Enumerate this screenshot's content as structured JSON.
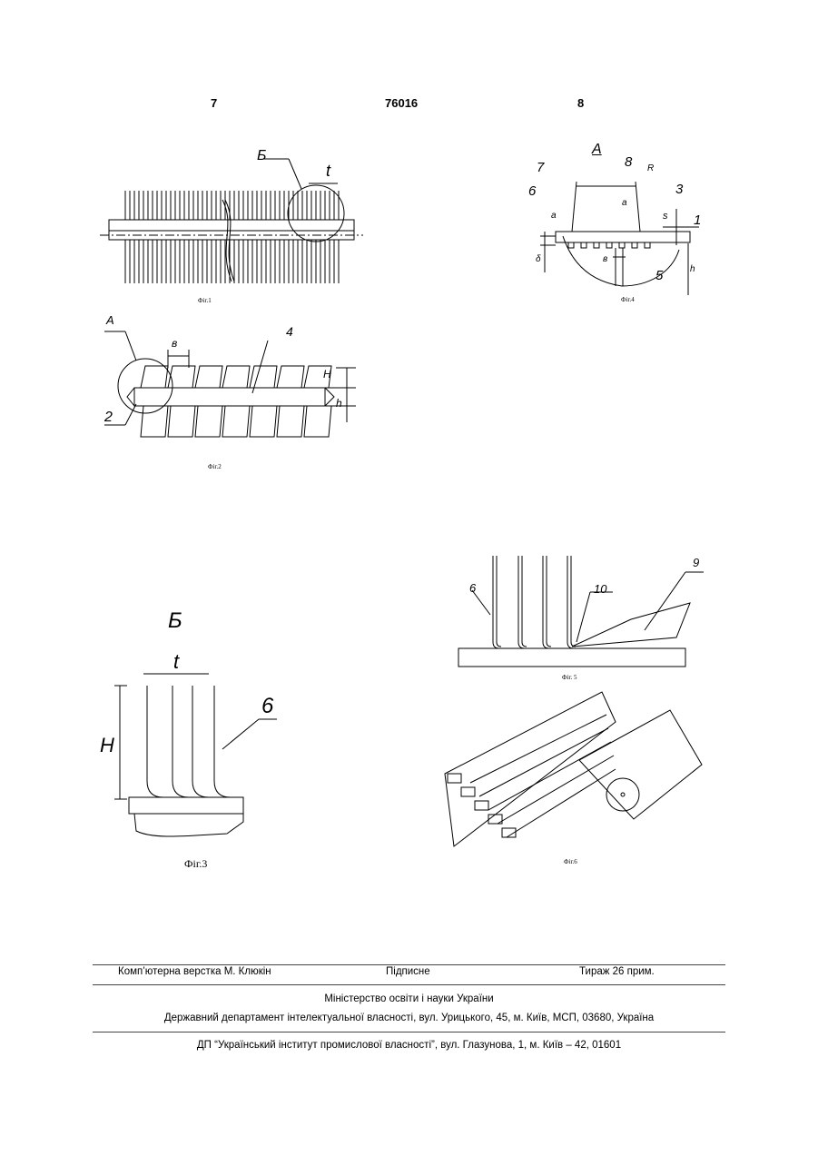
{
  "header": {
    "left_page": "7",
    "patent_number": "76016",
    "right_page": "8"
  },
  "figures": {
    "fig1": {
      "caption": "Фіг.1",
      "labels": {
        "b": "Б",
        "t": "t"
      }
    },
    "fig2": {
      "caption": "Фіг.2",
      "labels": {
        "a": "А",
        "b": "в",
        "n4": "4",
        "n2": "2",
        "H": "H",
        "h": "h"
      }
    },
    "fig3": {
      "caption": "Фіг.3",
      "labels": {
        "title": "Б",
        "t": "t",
        "H": "H",
        "n6": "6"
      }
    },
    "fig4": {
      "caption": "Фіг.4",
      "labels": {
        "title": "А",
        "n7": "7",
        "n8": "8",
        "R": "R",
        "n6": "6",
        "n3": "3",
        "a1": "a",
        "a2": "a",
        "s": "s",
        "n1": "1",
        "delta": "δ",
        "b": "в",
        "n5": "5",
        "h": "h"
      }
    },
    "fig5": {
      "caption": "Фіг. 5",
      "labels": {
        "n6": "6",
        "n10": "10",
        "n9": "9"
      }
    },
    "fig6": {
      "caption": "Фіг.6"
    }
  },
  "footer": {
    "compositor": "Комп’ютерна верстка М. Клюкін",
    "subscription": "Підписне",
    "circulation": "Тираж 26 прим.",
    "ministry": "Міністерство освіти і науки України",
    "department": "Державний департамент інтелектуальної власності, вул. Урицького, 45, м. Київ, МСП, 03680, Україна",
    "institute": "ДП “Український інститут промислової власності”, вул. Глазунова, 1, м. Київ – 42, 01601"
  }
}
